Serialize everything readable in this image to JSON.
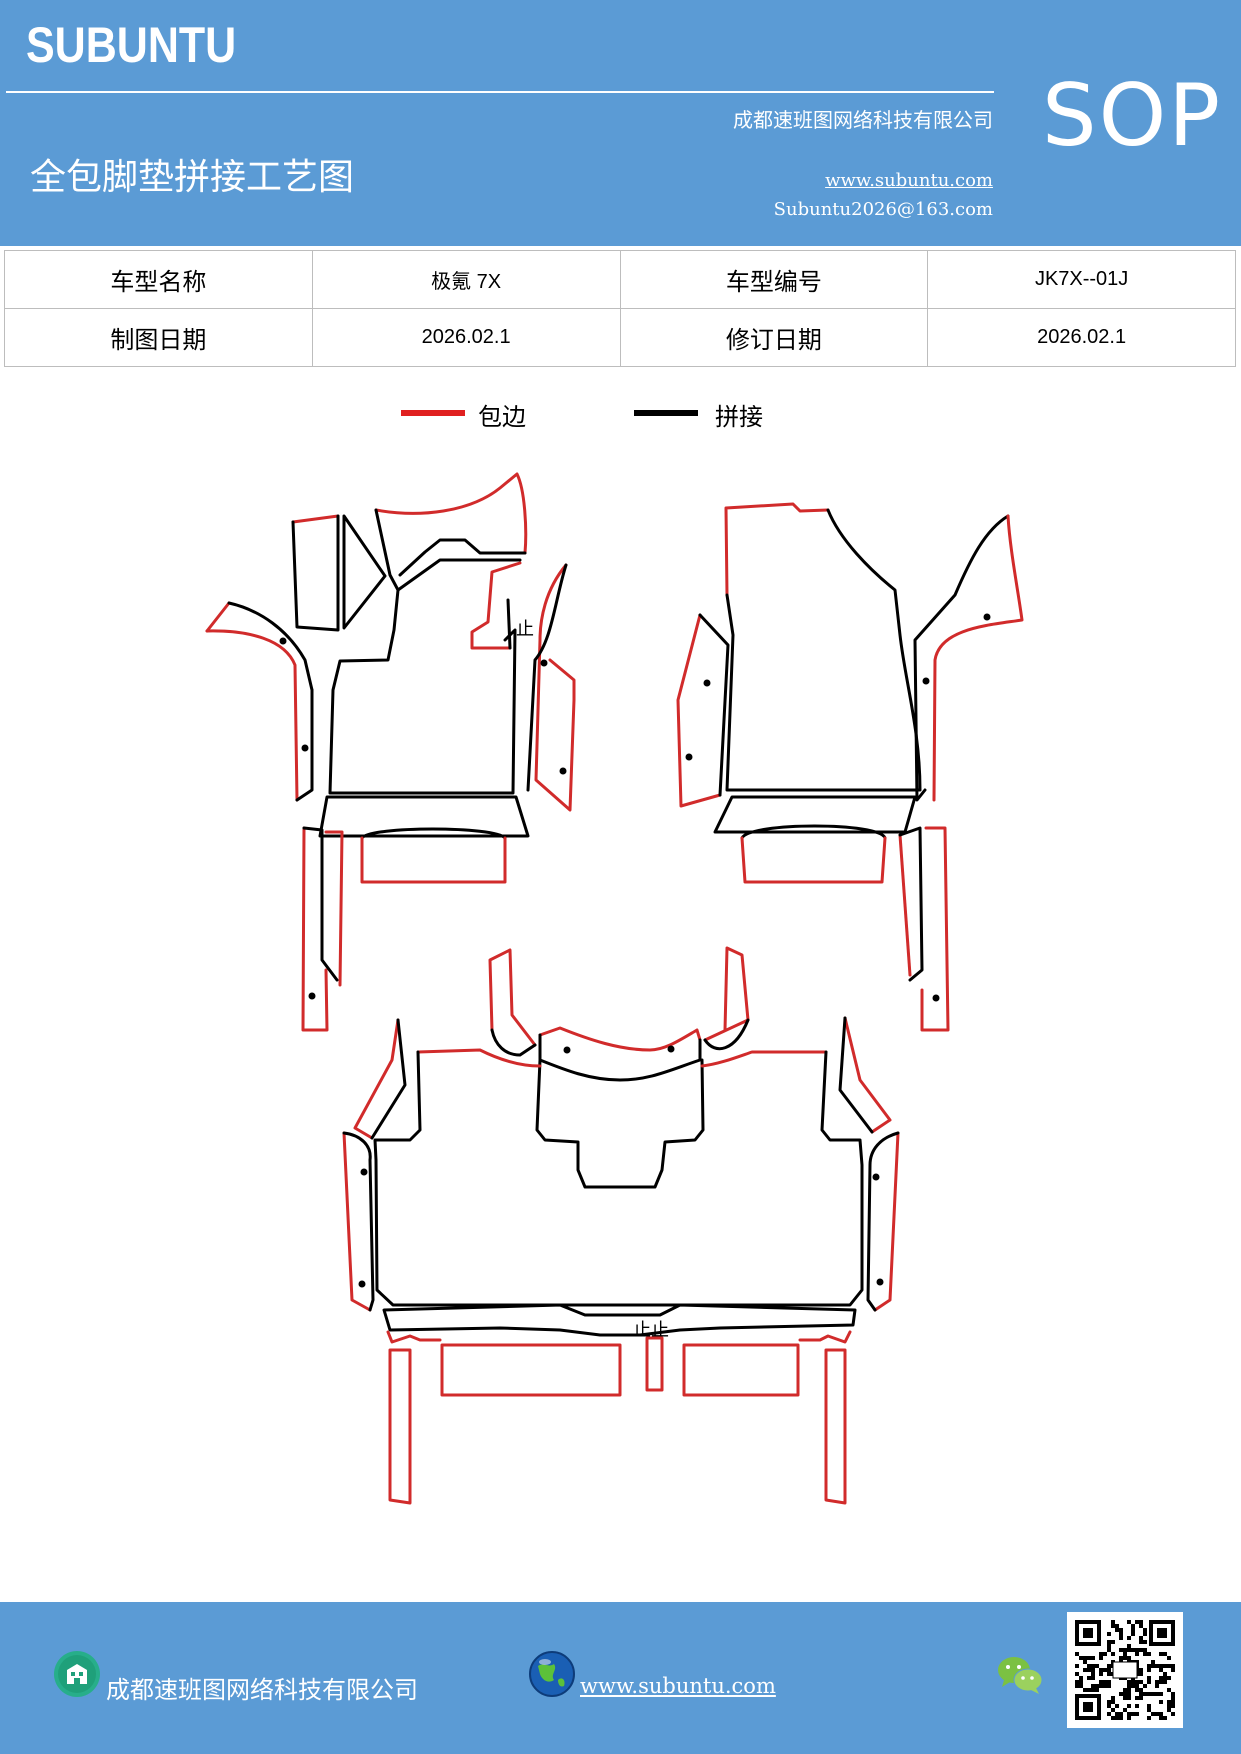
{
  "header": {
    "brand": "SUBUNTU",
    "company": "成都速班图网络科技有限公司",
    "title": "全包脚垫拼接工艺图",
    "website": "www.subuntu.com",
    "email": "Subuntu2026@163.com",
    "badge": "SOP"
  },
  "info_table": {
    "model_name_label": "车型名称",
    "model_name_value": "极氪 7X",
    "model_code_label": "车型编号",
    "model_code_value": "JK7X--01J",
    "drawing_date_label": "制图日期",
    "drawing_date_value": "2026.02.1",
    "revision_date_label": "修订日期",
    "revision_date_value": "2026.02.1"
  },
  "legend": {
    "edge_label": "包边",
    "edge_color": "#e02020",
    "splice_label": "拼接",
    "splice_color": "#000000"
  },
  "drawing": {
    "marks": [
      "止",
      "止止"
    ]
  },
  "footer": {
    "company": "成都速班图网络科技有限公司",
    "website": "www.subuntu.com",
    "icons": [
      "building-icon",
      "globe-icon",
      "wechat-icon",
      "qr-code-icon"
    ]
  }
}
